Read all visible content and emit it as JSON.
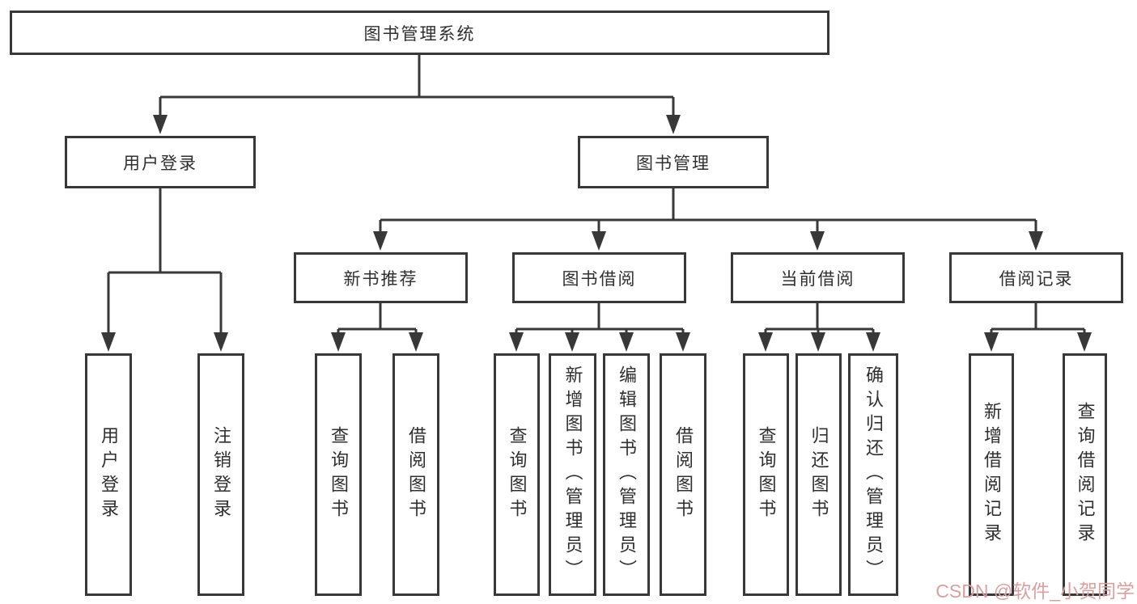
{
  "diagram": {
    "root": {
      "label": "图书管理系统"
    },
    "level2": [
      {
        "label": "用户登录"
      },
      {
        "label": "图书管理"
      }
    ],
    "level3": [
      {
        "label": "新书推荐"
      },
      {
        "label": "图书借阅"
      },
      {
        "label": "当前借阅"
      },
      {
        "label": "借阅记录"
      }
    ],
    "leaves": {
      "login": [
        {
          "label": "用户登录"
        },
        {
          "label": "注销登录"
        }
      ],
      "recommend": [
        {
          "label": "查询图书"
        },
        {
          "label": "借阅图书"
        }
      ],
      "borrow": [
        {
          "label": "查询图书"
        },
        {
          "label": "新增图书（管理员）"
        },
        {
          "label": "编辑图书（管理员）"
        },
        {
          "label": "借阅图书"
        }
      ],
      "current": [
        {
          "label": "查询图书"
        },
        {
          "label": "归还图书"
        },
        {
          "label": "确认归还（管理员）"
        }
      ],
      "records": [
        {
          "label": "新增借阅记录"
        },
        {
          "label": "查询借阅记录"
        }
      ]
    }
  },
  "watermark": {
    "text": "CSDN @软件_小贺同学"
  },
  "colors": {
    "line": "#383838",
    "text": "#2f2f2f",
    "box_background": "#ffffff",
    "watermark": "#d8a0a0"
  }
}
